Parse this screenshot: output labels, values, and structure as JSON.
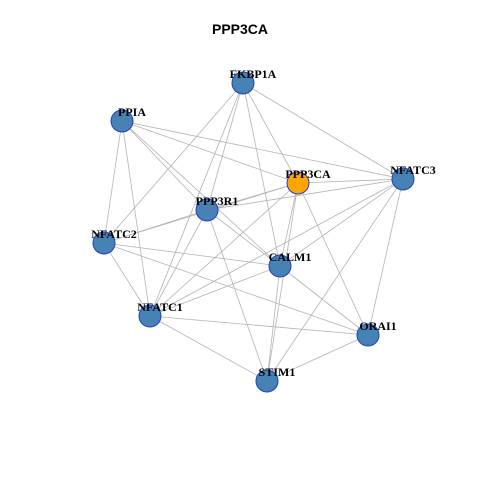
{
  "title": "PPP3CA",
  "colors": {
    "node_fill": "#4682b4",
    "node_border": "#1f3fbf",
    "focus_fill": "#ffa500",
    "edge": "#b3b3b3"
  },
  "nodes": [
    {
      "id": "FKBP1A",
      "label": "FKBP1A",
      "focus": false
    },
    {
      "id": "PPIA",
      "label": "PPIA",
      "focus": false
    },
    {
      "id": "PPP3CA",
      "label": "PPP3CA",
      "focus": true
    },
    {
      "id": "NFATC3",
      "label": "NFATC3",
      "focus": false
    },
    {
      "id": "PPP3R1",
      "label": "PPP3R1",
      "focus": false
    },
    {
      "id": "NFATC2",
      "label": "NFATC2",
      "focus": false
    },
    {
      "id": "CALM1",
      "label": "CALM1",
      "focus": false
    },
    {
      "id": "NFATC1",
      "label": "NFATC1",
      "focus": false
    },
    {
      "id": "ORAI1",
      "label": "ORAI1",
      "focus": false
    },
    {
      "id": "STIM1",
      "label": "STIM1",
      "focus": false
    }
  ],
  "edges": [
    [
      "FKBP1A",
      "PPP3CA"
    ],
    [
      "FKBP1A",
      "NFATC3"
    ],
    [
      "FKBP1A",
      "PPP3R1"
    ],
    [
      "FKBP1A",
      "NFATC2"
    ],
    [
      "FKBP1A",
      "CALM1"
    ],
    [
      "FKBP1A",
      "NFATC1"
    ],
    [
      "PPIA",
      "PPP3CA"
    ],
    [
      "PPIA",
      "NFATC3"
    ],
    [
      "PPIA",
      "PPP3R1"
    ],
    [
      "PPIA",
      "NFATC2"
    ],
    [
      "PPIA",
      "CALM1"
    ],
    [
      "PPIA",
      "NFATC1"
    ],
    [
      "PPP3CA",
      "NFATC3"
    ],
    [
      "PPP3CA",
      "PPP3R1"
    ],
    [
      "PPP3CA",
      "NFATC2"
    ],
    [
      "PPP3CA",
      "CALM1"
    ],
    [
      "PPP3CA",
      "NFATC1"
    ],
    [
      "PPP3CA",
      "ORAI1"
    ],
    [
      "PPP3CA",
      "STIM1"
    ],
    [
      "NFATC3",
      "PPP3R1"
    ],
    [
      "NFATC3",
      "CALM1"
    ],
    [
      "NFATC3",
      "NFATC1"
    ],
    [
      "NFATC3",
      "ORAI1"
    ],
    [
      "NFATC3",
      "STIM1"
    ],
    [
      "PPP3R1",
      "NFATC2"
    ],
    [
      "PPP3R1",
      "CALM1"
    ],
    [
      "PPP3R1",
      "NFATC1"
    ],
    [
      "PPP3R1",
      "STIM1"
    ],
    [
      "NFATC2",
      "CALM1"
    ],
    [
      "NFATC2",
      "NFATC1"
    ],
    [
      "NFATC2",
      "ORAI1"
    ],
    [
      "CALM1",
      "NFATC1"
    ],
    [
      "CALM1",
      "ORAI1"
    ],
    [
      "CALM1",
      "STIM1"
    ],
    [
      "NFATC1",
      "ORAI1"
    ],
    [
      "NFATC1",
      "STIM1"
    ],
    [
      "ORAI1",
      "STIM1"
    ]
  ]
}
